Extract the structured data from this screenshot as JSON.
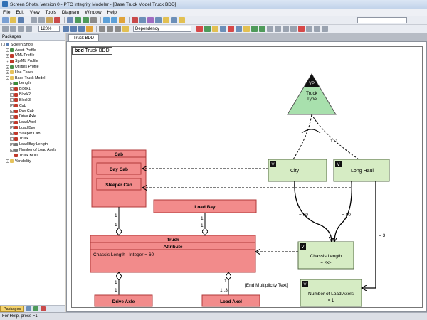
{
  "window": {
    "title": "Screen Shots, Version 0 - PTC Integrity Modeler - [Base Truck Model.Truck BDD]"
  },
  "menu": [
    "File",
    "Edit",
    "View",
    "Tools",
    "Diagram",
    "Window",
    "Help"
  ],
  "toolbar": {
    "zoom": "120%",
    "relation": "Dependency"
  },
  "packages": {
    "header": "Packages",
    "tab_label": "Packages",
    "items": [
      {
        "label": "Screen Shots",
        "level": 0,
        "expand": "-",
        "icon": "model-icon",
        "color": "#5a7fb5"
      },
      {
        "label": "Asset Profile",
        "level": 1,
        "expand": "+",
        "icon": "profile-icon",
        "color": "#4a8f4a"
      },
      {
        "label": "UML Profile",
        "level": 1,
        "expand": "+",
        "icon": "profile-icon",
        "color": "#c0392b"
      },
      {
        "label": "SysML Profile",
        "level": 1,
        "expand": "+",
        "icon": "profile-icon",
        "color": "#c0392b"
      },
      {
        "label": "Utilities Profile",
        "level": 1,
        "expand": "+",
        "icon": "profile-icon",
        "color": "#4a8f4a"
      },
      {
        "label": "Use Cases",
        "level": 1,
        "expand": "+",
        "icon": "folder-icon",
        "color": "#e6c35c"
      },
      {
        "label": "Base Truck Model",
        "level": 1,
        "expand": "-",
        "icon": "folder-icon",
        "color": "#e6c35c"
      },
      {
        "label": "Length",
        "level": 2,
        "expand": "+",
        "icon": "valuetype-icon",
        "color": "#3b8d3b"
      },
      {
        "label": "Block1",
        "level": 2,
        "expand": "+",
        "icon": "block-icon",
        "color": "#c0392b"
      },
      {
        "label": "Block2",
        "level": 2,
        "expand": "+",
        "icon": "block-icon",
        "color": "#c0392b"
      },
      {
        "label": "Block3",
        "level": 2,
        "expand": "+",
        "icon": "block-icon",
        "color": "#c0392b"
      },
      {
        "label": "Cab",
        "level": 2,
        "expand": "+",
        "icon": "block-icon",
        "color": "#c0392b"
      },
      {
        "label": "Day Cab",
        "level": 2,
        "expand": "+",
        "icon": "block-icon",
        "color": "#c0392b"
      },
      {
        "label": "Drive Axle",
        "level": 2,
        "expand": "+",
        "icon": "block-icon",
        "color": "#c0392b"
      },
      {
        "label": "Load Axel",
        "level": 2,
        "expand": "+",
        "icon": "block-icon",
        "color": "#c0392b"
      },
      {
        "label": "Load Bay",
        "level": 2,
        "expand": "+",
        "icon": "block-icon",
        "color": "#c0392b"
      },
      {
        "label": "Sleeper Cab",
        "level": 2,
        "expand": "+",
        "icon": "block-icon",
        "color": "#c0392b"
      },
      {
        "label": "Truck",
        "level": 2,
        "expand": "+",
        "icon": "block-icon",
        "color": "#c0392b"
      },
      {
        "label": "Load Bay Length",
        "level": 2,
        "expand": "+",
        "icon": "constraint-icon",
        "color": "#777777"
      },
      {
        "label": "Number of Load Axels",
        "level": 2,
        "expand": "+",
        "icon": "constraint-icon",
        "color": "#777777"
      },
      {
        "label": "Truck BDD",
        "level": 2,
        "expand": "",
        "icon": "diagram-icon",
        "color": "#c0392b"
      },
      {
        "label": "Variability",
        "level": 1,
        "expand": "+",
        "icon": "folder-icon",
        "color": "#e6c35c"
      }
    ]
  },
  "diagram": {
    "tab": "Truck BDD",
    "frame_kind": "bdd",
    "frame_name": "Truck BDD",
    "vp": {
      "tag": "VP",
      "line1": "Truck",
      "line2": "Type"
    },
    "multiplicity_top": "1..1",
    "city": {
      "tag": "V",
      "name": "City"
    },
    "longhaul": {
      "tag": "V",
      "name": "Long Haul"
    },
    "cab": {
      "title": "Cab",
      "part1": "Day Cab",
      "part2": "Sleeper Cab"
    },
    "loadbay": "Load Bay",
    "truck": {
      "title": "Truck",
      "compartment": "Attribute",
      "attr": "Chassis Length : Integer = 60"
    },
    "chassis": {
      "tag": "V",
      "line1": "Chassis Length",
      "line2": "= <x>"
    },
    "axels": {
      "tag": "V",
      "line1": "Number of Load Axels",
      "line2": "= 1"
    },
    "driveaxle": "Drive Axle",
    "loadaxel": "Load Axel",
    "labels": {
      "eq60": "= 60",
      "eq80": "= 80",
      "eq3": "= 3",
      "m_cab1": "1",
      "m_cab2": "1",
      "m_bay1": "1",
      "m_bay2": "1",
      "m_drive1": "1",
      "m_drive2": "1",
      "m_axel1": "1",
      "m_axel2": "1..3",
      "end_mult": "[End Multiplicity Text]"
    },
    "colors": {
      "block_fill": "#f28b8b",
      "block_stroke": "#b03a3a",
      "variant_fill": "#d6ecc4",
      "vp_fill": "#a8e0ad"
    }
  },
  "status": "For Help, press F1"
}
